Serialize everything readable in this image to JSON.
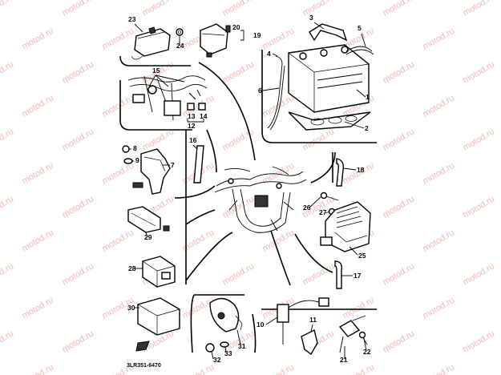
{
  "diagram": {
    "part_code": "3LR351-6470",
    "watermark": "motod.ru",
    "callouts": [
      {
        "id": "c1",
        "label": "1"
      },
      {
        "id": "c2",
        "label": "2"
      },
      {
        "id": "c3",
        "label": "3"
      },
      {
        "id": "c4",
        "label": "4"
      },
      {
        "id": "c5",
        "label": "5"
      },
      {
        "id": "c6",
        "label": "6"
      },
      {
        "id": "c7",
        "label": "7"
      },
      {
        "id": "c8",
        "label": "8"
      },
      {
        "id": "c9",
        "label": "9"
      },
      {
        "id": "c10",
        "label": "10"
      },
      {
        "id": "c11",
        "label": "11"
      },
      {
        "id": "c12",
        "label": "12"
      },
      {
        "id": "c13",
        "label": "13"
      },
      {
        "id": "c14",
        "label": "14"
      },
      {
        "id": "c15",
        "label": "15"
      },
      {
        "id": "c16",
        "label": "16"
      },
      {
        "id": "c17",
        "label": "17"
      },
      {
        "id": "c18",
        "label": "18"
      },
      {
        "id": "c19",
        "label": "19"
      },
      {
        "id": "c20",
        "label": "20"
      },
      {
        "id": "c21",
        "label": "21"
      },
      {
        "id": "c22",
        "label": "22"
      },
      {
        "id": "c23",
        "label": "23"
      },
      {
        "id": "c24",
        "label": "24"
      },
      {
        "id": "c25",
        "label": "25"
      },
      {
        "id": "c26",
        "label": "26"
      },
      {
        "id": "c27",
        "label": "27"
      },
      {
        "id": "c28",
        "label": "28"
      },
      {
        "id": "c29",
        "label": "29"
      },
      {
        "id": "c30",
        "label": "30"
      },
      {
        "id": "c31",
        "label": "31"
      },
      {
        "id": "c32",
        "label": "32"
      },
      {
        "id": "c33",
        "label": "33"
      }
    ]
  }
}
